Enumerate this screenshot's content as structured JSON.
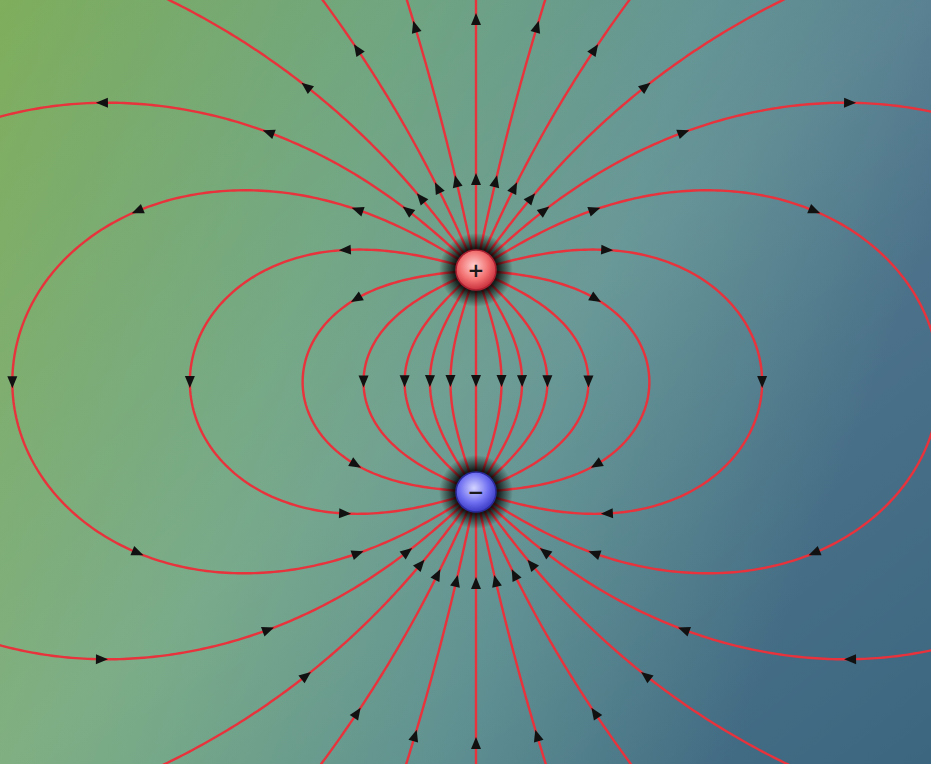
{
  "diagram": {
    "nodes": [
      {
        "text": [
          "+"
        ]
      },
      {
        "text": [
          "−"
        ]
      }
    ],
    "edges": [
      {
        "from": 0,
        "to": 1,
        "arrow": "to"
      },
      {
        "from": 0,
        "to": 1,
        "arrow": "to"
      },
      {
        "from": 0,
        "to": 1,
        "arrow": "to"
      },
      {
        "from": 0,
        "to": 1,
        "arrow": "to"
      },
      {
        "from": 0,
        "to": 1,
        "arrow": "to"
      },
      {
        "from": 0,
        "to": 1,
        "arrow": "to"
      },
      {
        "from": 0,
        "to": 1,
        "arrow": "to"
      },
      {
        "from": 0,
        "to": 1,
        "arrow": "to"
      },
      {
        "from": 0,
        "to": 1,
        "arrow": "to"
      },
      {
        "from": 0,
        "to": 1,
        "arrow": "to"
      },
      {
        "from": 0,
        "to": 1,
        "arrow": "to"
      },
      {
        "from": 0,
        "to": 1,
        "arrow": "to"
      },
      {
        "from": 0,
        "to": 1,
        "arrow": "to"
      },
      {
        "from": 0,
        "to": 1,
        "arrow": "to"
      },
      {
        "from": 0,
        "to": 1,
        "arrow": "to"
      }
    ]
  }
}
